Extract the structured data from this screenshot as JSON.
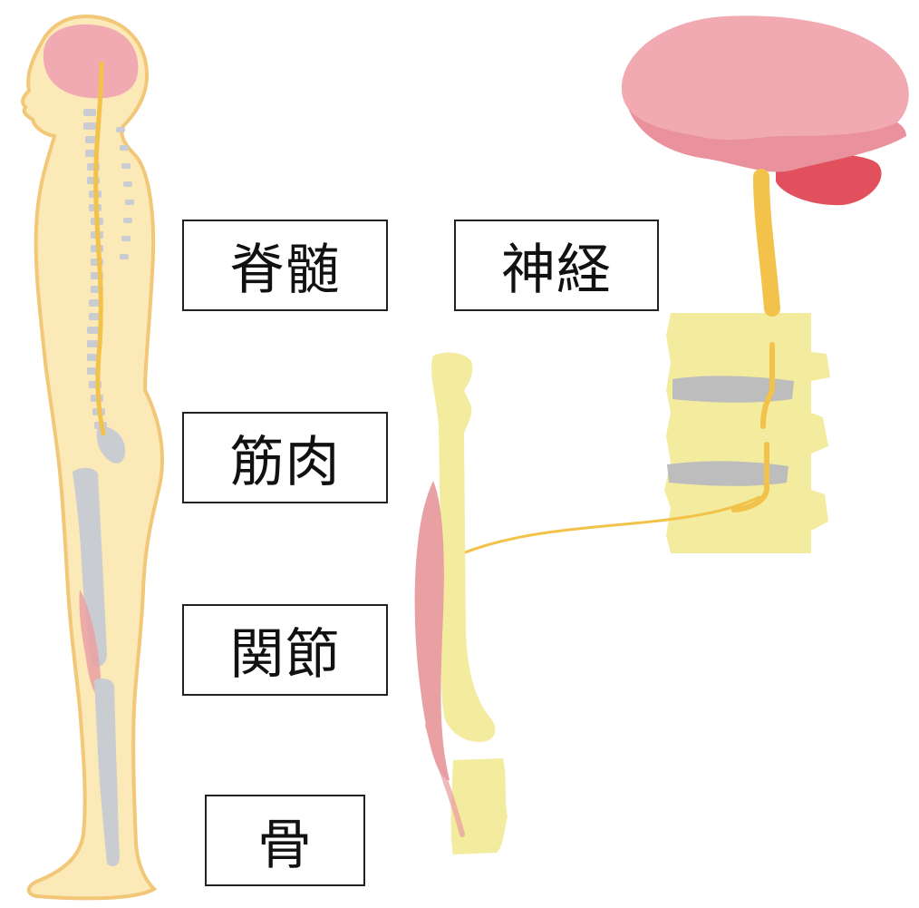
{
  "labels": {
    "spinal_cord": "脊髄",
    "nerve": "神経",
    "muscle": "筋肉",
    "joint": "関節",
    "bone": "骨"
  },
  "colors": {
    "skin": "#fbe9b7",
    "skin_outline": "#f2c777",
    "brain": "#f1aab2",
    "brain_dark": "#e9919c",
    "cerebellum": "#e2505e",
    "nerve": "#f2c24a",
    "bone": "#f3eb9e",
    "disc": "#bdbdbd",
    "skeleton_gray": "#c9ccd1",
    "muscle": "#e9a0a3"
  }
}
